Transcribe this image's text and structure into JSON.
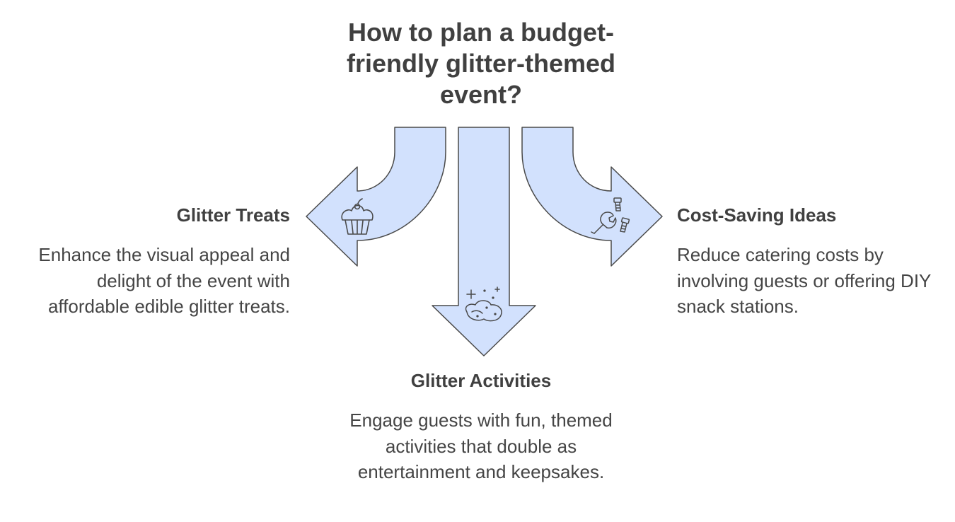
{
  "title": "How to plan a budget-friendly glitter-themed event?",
  "colors": {
    "arrow_fill": "#d2e1fd",
    "arrow_stroke": "#4a4a4a",
    "text": "#404040"
  },
  "branches": [
    {
      "heading": "Glitter Treats",
      "description": "Enhance the visual appeal and delight of the event with affordable edible glitter treats.",
      "icon": "cupcake-icon"
    },
    {
      "heading": "Glitter Activities",
      "description": "Engage guests with fun, themed activities that double as entertainment and keepsakes.",
      "icon": "glitter-sparkle-icon"
    },
    {
      "heading": "Cost-Saving Ideas",
      "description": "Reduce catering costs by involving guests or offering DIY snack stations.",
      "icon": "wrench-bolts-icon"
    }
  ]
}
